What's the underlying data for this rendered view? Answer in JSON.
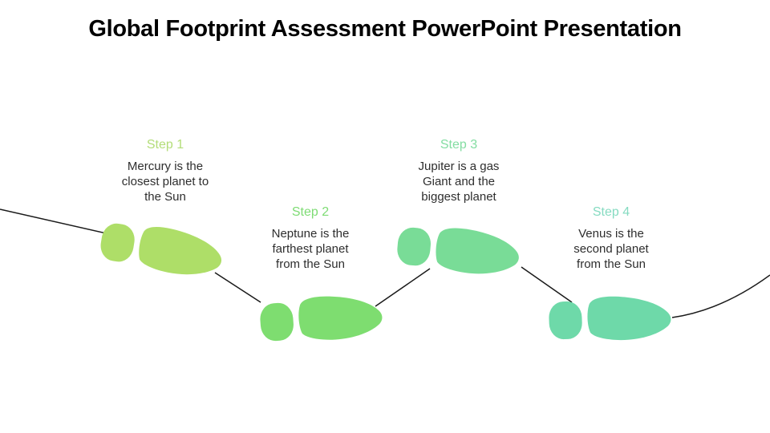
{
  "title": "Global Footprint Assessment PowerPoint Presentation",
  "colors": {
    "background": "#ffffff",
    "title_text": "#000000",
    "body_text": "#2e2e2e",
    "connector_line": "#1a1a1a"
  },
  "steps": [
    {
      "label": "Step 1",
      "label_color": "#b3dd78",
      "footprint_color": "#aede68",
      "icon": "footprint-icon",
      "description_lines": [
        "Mercury is the",
        "closest planet to",
        "the Sun"
      ]
    },
    {
      "label": "Step 2",
      "label_color": "#7edc74",
      "footprint_color": "#7edd70",
      "icon": "footprint-icon",
      "description_lines": [
        "Neptune is the",
        "farthest planet",
        "from the Sun"
      ]
    },
    {
      "label": "Step 3",
      "label_color": "#83dda2",
      "footprint_color": "#79dc97",
      "icon": "footprint-icon",
      "description_lines": [
        "Jupiter is a gas",
        "Giant and the",
        "biggest planet"
      ]
    },
    {
      "label": "Step 4",
      "label_color": "#85dbc1",
      "footprint_color": "#6ed9a9",
      "icon": "footprint-icon",
      "description_lines": [
        "Venus is the",
        "second planet",
        "from the Sun"
      ]
    }
  ]
}
